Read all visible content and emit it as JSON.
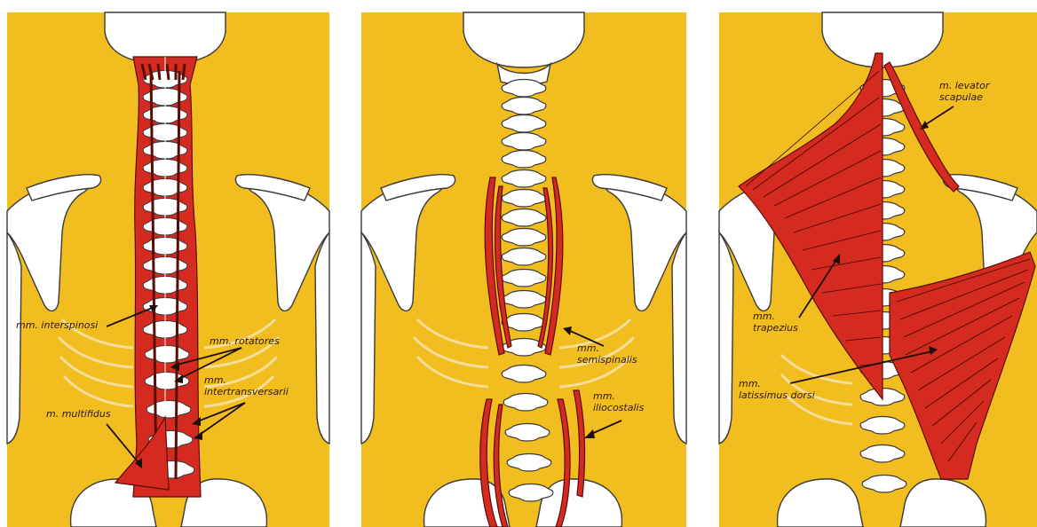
{
  "panels": [
    {
      "labels": {
        "interspinosi": "mm. interspinosi",
        "rotatores": "mm. rotatores",
        "intertransversarii": "mm.\nintertransversarii",
        "multifidus": "m. multifidus"
      }
    },
    {
      "labels": {
        "semispinalis": "mm.\nsemispinalis",
        "iliocostalis": "mm.\niliocostalis"
      }
    },
    {
      "labels": {
        "levator_scapulae": "m. levator\nscapulae",
        "trapezius": "mm.\ntrapezius",
        "latissimus_dorsi": "mm.\nlatissimus dorsi"
      }
    }
  ],
  "colors": {
    "background": "#f2bd1f",
    "muscle": "#d52a1f",
    "bone": "#ffffff"
  }
}
